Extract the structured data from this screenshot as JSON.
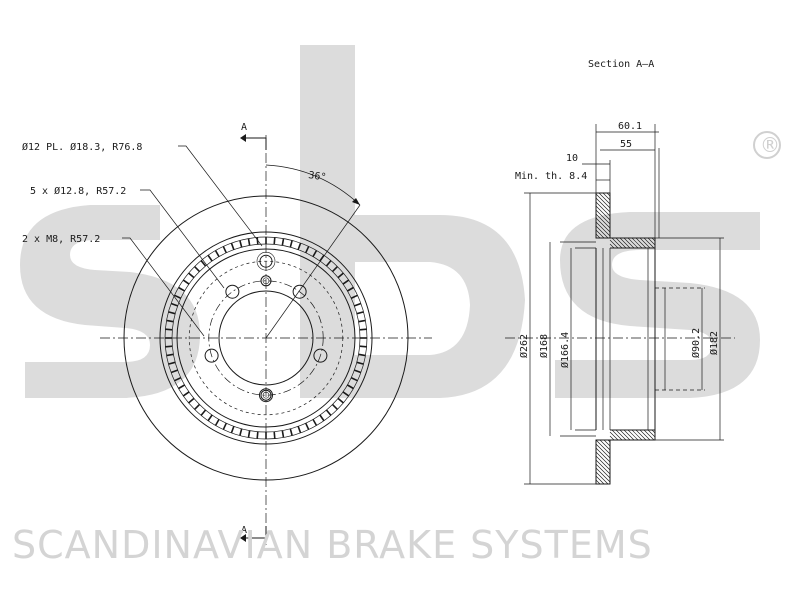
{
  "brand": {
    "name": "SCANDINAVIAN BRAKE SYSTEMS",
    "registered": "®"
  },
  "section": {
    "title": "Section A–A"
  },
  "cut_marks": {
    "top": "A",
    "bottom": "A"
  },
  "front_view": {
    "callout_holes_12": "Ø12 PL. Ø18.3, R76.8",
    "callout_bolts": "5 x Ø12.8, R57.2",
    "callout_threads": "2 x M8, R57.2",
    "angle": "36°"
  },
  "section_view": {
    "overall_height": "60.1",
    "hat_height": "55",
    "flange": "10",
    "min_thickness": "Min. th. 8.4",
    "dia_outer": "Ø262",
    "dia_168": "Ø168",
    "dia_166": "Ø166.4",
    "dia_90": "Ø90.2",
    "dia_182": "Ø182"
  },
  "colors": {
    "line": "#1a1a1a",
    "watermark": "#dcdcdc",
    "background": "#ffffff"
  }
}
